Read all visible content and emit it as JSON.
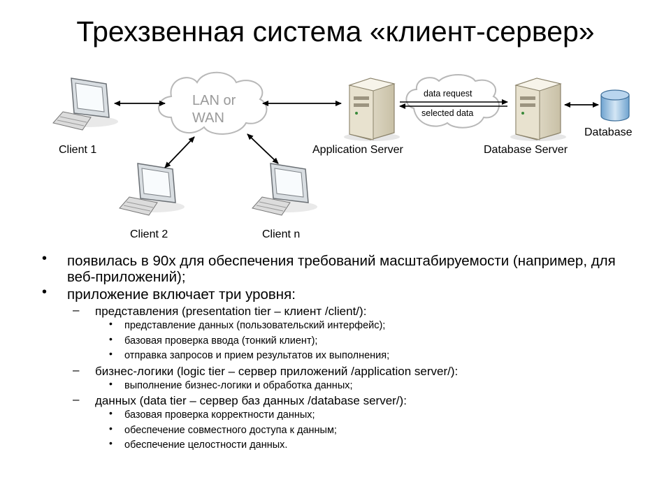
{
  "title": "Трехзвенная система «клиент-сервер»",
  "diagram": {
    "network": [
      "LAN or",
      "WAN"
    ],
    "clients": [
      "Client 1",
      "Client 2",
      "Client n"
    ],
    "app_server": "Application Server",
    "db_server": "Database Server",
    "database": "Database",
    "request": "data request",
    "response": "selected data"
  },
  "bullets": {
    "b1": "появилась в 90х для обеспечения требований масштабируемости (например, для веб-приложений);",
    "b2": "приложение включает три уровня:",
    "tier1": {
      "label": "представления (presentation tier – клиент /client/):",
      "items": [
        "представление данных (пользовательский интерфейс);",
        "базовая проверка ввода (тонкий клиент);",
        "отправка запросов и прием результатов их выполнения;"
      ]
    },
    "tier2": {
      "label": "бизнес-логики (logic tier – сервер приложений /application server/):",
      "items": [
        "выполнение бизнес-логики и обработка данных;"
      ]
    },
    "tier3": {
      "label": "данных (data tier –  сервер баз данных /database server/):",
      "items": [
        "базовая проверка корректности данных;",
        "обеспечение совместного доступа к данным;",
        "обеспечение целостности данных."
      ]
    }
  }
}
